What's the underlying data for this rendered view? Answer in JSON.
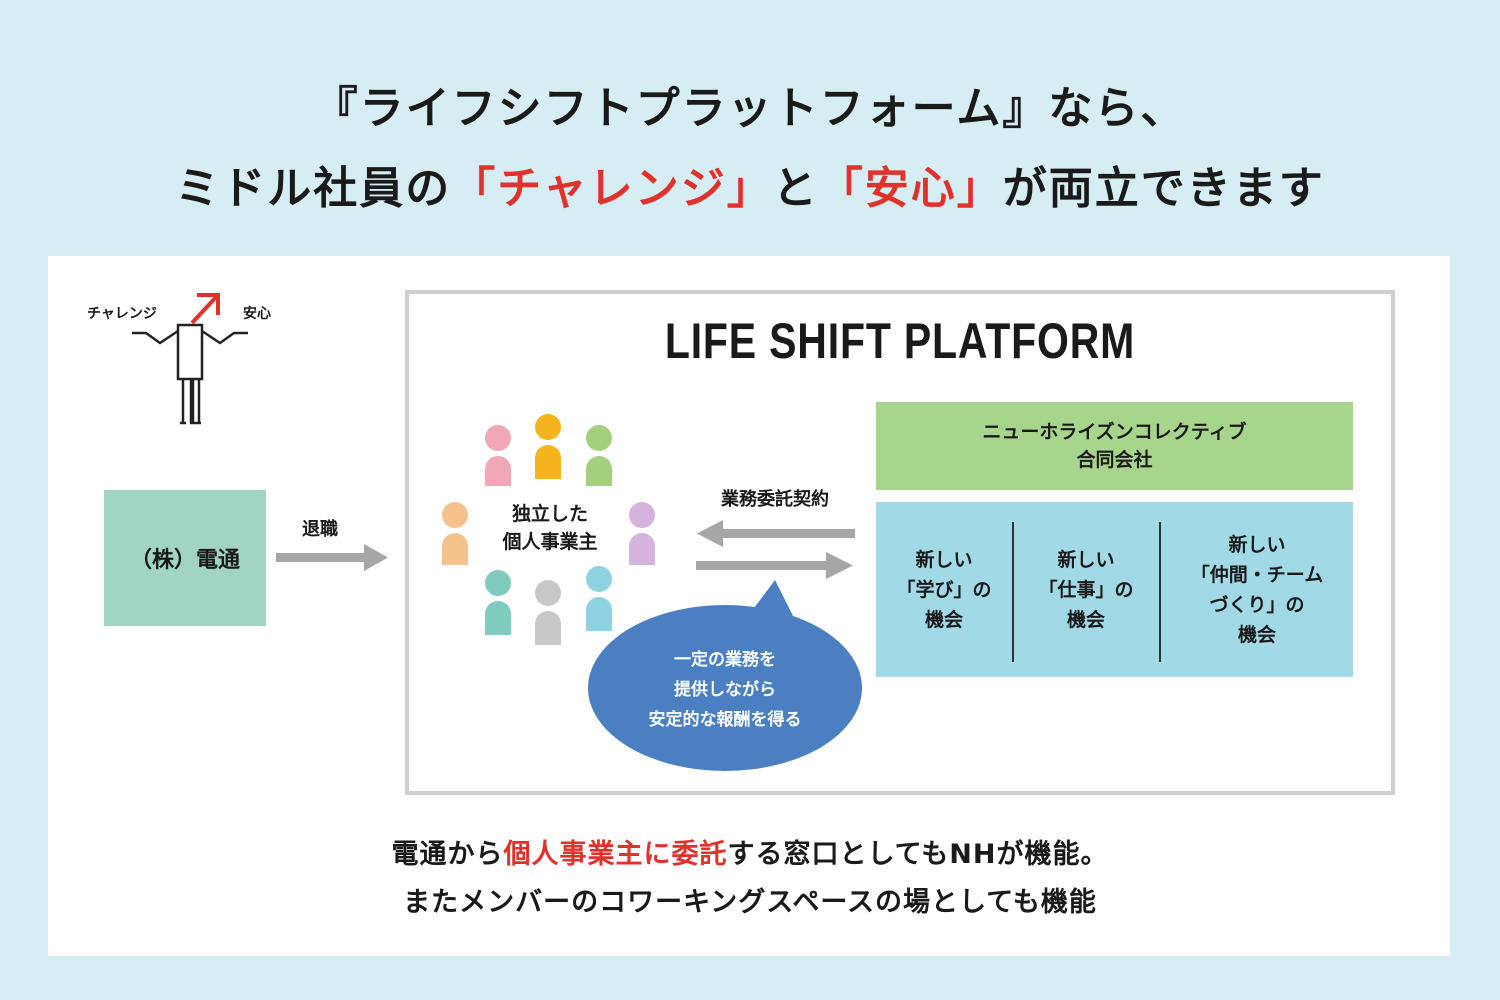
{
  "headline": {
    "line1": "『ライフシフトプラットフォーム』なら、",
    "line2_pre": "ミドル社員の",
    "line2_red1": "「チャレンジ」",
    "line2_mid": "と",
    "line2_red2": "「安心」",
    "line2_post": "が両立できます"
  },
  "figure": {
    "left_label": "チャレンジ",
    "right_label": "安心"
  },
  "dentsu_box": "（株）電通",
  "retire_label": "退職",
  "platform_title": "LIFE SHIFT PLATFORM",
  "people_label": {
    "line1": "独立した",
    "line2": "個人事業主"
  },
  "contract_label": "業務委託契約",
  "bubble": "一定の業務を\n提供しながら\n安定的な報酬を得る",
  "nh_box": {
    "line1": "ニューホライズンコレクティブ",
    "line2": "合同会社"
  },
  "opportunities": [
    "新しい\n「学び」の\n機会",
    "新しい\n「仕事」の\n機会",
    "新しい\n「仲間・チーム\nづくり」の\n機会"
  ],
  "bottom": {
    "line1_pre": "電通から",
    "line1_red": "個人事業主に委託",
    "line1_post": "する窓口としてもNHが機能。",
    "line2": "またメンバーのコワーキングスペースの場としても機能"
  },
  "colors": {
    "background": "#d6eef3",
    "accent_red": "#e0312b",
    "dentsu_box": "#a1d5c1",
    "nh_box": "#a7d58c",
    "opportunity_box": "#a1d9e6",
    "bubble": "#4a7fc1",
    "arrow": "#a6a6a6",
    "person_colors": [
      "#f2a7b7",
      "#f5b41c",
      "#a4d07e",
      "#f6c28c",
      "#d4b3dd",
      "#7fcbbd",
      "#c8c8c8",
      "#8fd3e3"
    ]
  }
}
